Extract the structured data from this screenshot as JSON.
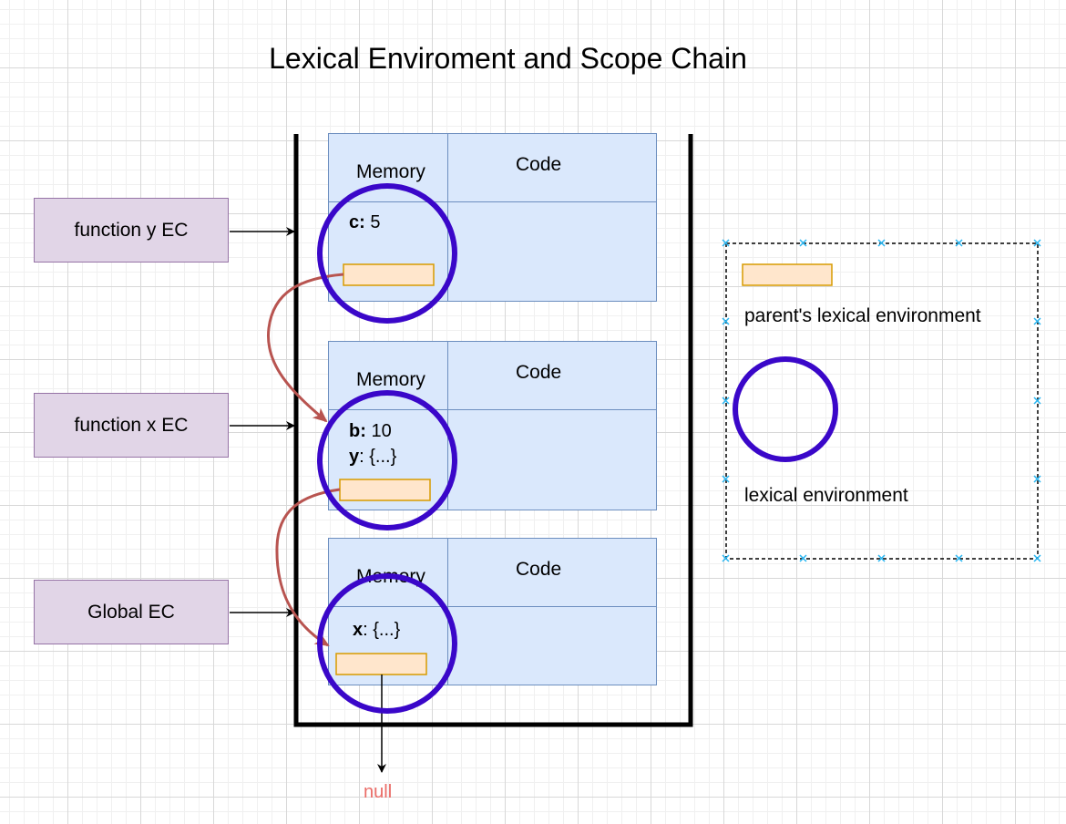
{
  "diagram": {
    "title": "Lexical Enviroment and Scope Chain",
    "execution_contexts": [
      {
        "label": "function y EC"
      },
      {
        "label": "function x EC"
      },
      {
        "label": "Global EC"
      }
    ],
    "frames": [
      {
        "memory_label": "Memory",
        "code_label": "Code",
        "vars": [
          {
            "name": "c:",
            "value": " 5"
          }
        ]
      },
      {
        "memory_label": "Memory",
        "code_label": "Code",
        "vars": [
          {
            "name": "b:",
            "value": " 10"
          },
          {
            "name": "y",
            "value": ": {...}"
          }
        ]
      },
      {
        "memory_label": "Memory",
        "code_label": "Code",
        "vars": [
          {
            "name": "x",
            "value": ": {...}"
          }
        ]
      }
    ],
    "null_label": "null",
    "legend": {
      "parent_label": "parent's lexical environment",
      "lexical_label": "lexical environment"
    },
    "colors": {
      "ec_fill": "#e1d5e7",
      "ec_stroke": "#9673a6",
      "frame_fill": "#dae8fc",
      "frame_stroke": "#6c8ebf",
      "pointer_fill": "#ffe6cc",
      "pointer_stroke": "#d79b00",
      "circle_stroke": "#3a07c9",
      "arrow_red": "#b85450",
      "null_color": "#ea6b66"
    }
  }
}
